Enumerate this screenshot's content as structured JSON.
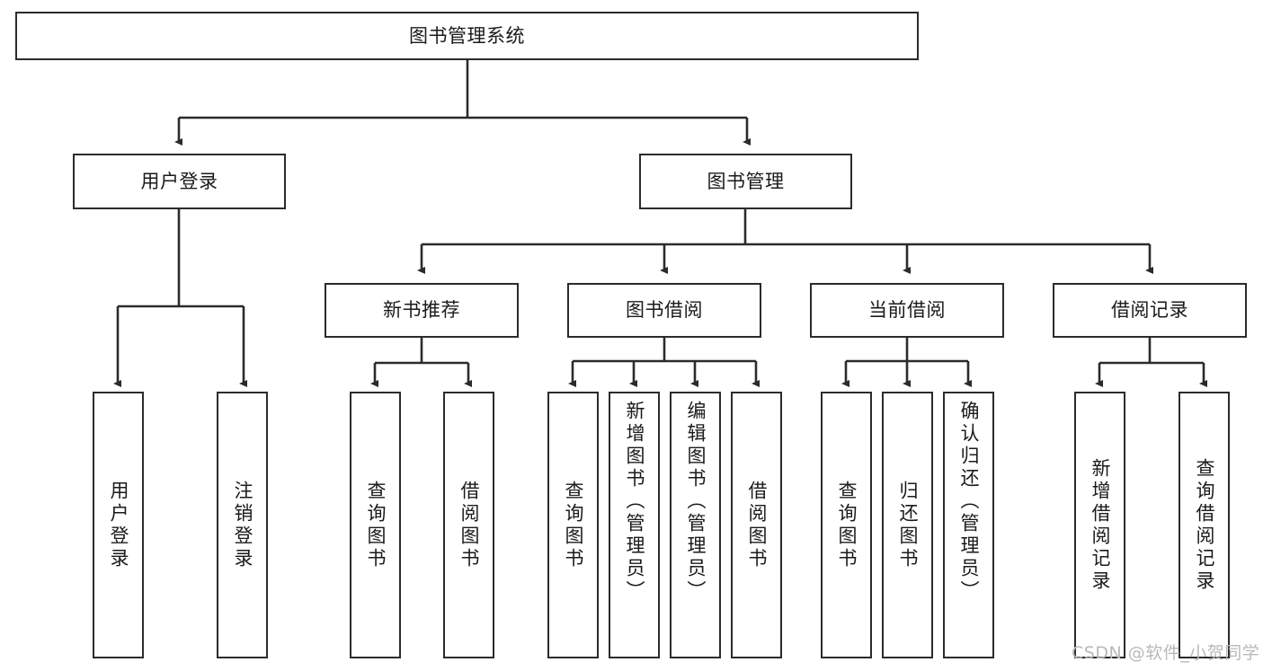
{
  "diagram": {
    "title": "图书管理系统",
    "type": "tree-hierarchy-diagram",
    "watermark": "CSDN @软件_小贺同学",
    "colors": {
      "box_border": "#2b2b2b",
      "box_fill": "#ffffff",
      "edge": "#2b2b2b",
      "text": "#1a1a1a",
      "watermark": "#b9b9b9"
    },
    "nodes": {
      "root": {
        "label": "图书管理系统"
      },
      "level2": [
        {
          "label": "用户登录"
        },
        {
          "label": "图书管理"
        }
      ],
      "level3": [
        {
          "label": "新书推荐"
        },
        {
          "label": "图书借阅"
        },
        {
          "label": "当前借阅"
        },
        {
          "label": "借阅记录"
        }
      ],
      "leaves": {
        "user_login": [
          {
            "label": "用户登录"
          },
          {
            "label": "注销登录"
          }
        ],
        "new_book_recommend": [
          {
            "label": "查询图书"
          },
          {
            "label": "借阅图书"
          }
        ],
        "book_borrow": [
          {
            "label": "查询图书"
          },
          {
            "label": "新增图书（管理员）"
          },
          {
            "label": "编辑图书（管理员）"
          },
          {
            "label": "借阅图书"
          }
        ],
        "current_borrow": [
          {
            "label": "查询图书"
          },
          {
            "label": "归还图书"
          },
          {
            "label": "确认归还（管理员）"
          }
        ],
        "borrow_record": [
          {
            "label": "新增借阅记录"
          },
          {
            "label": "查询借阅记录"
          }
        ]
      }
    }
  }
}
